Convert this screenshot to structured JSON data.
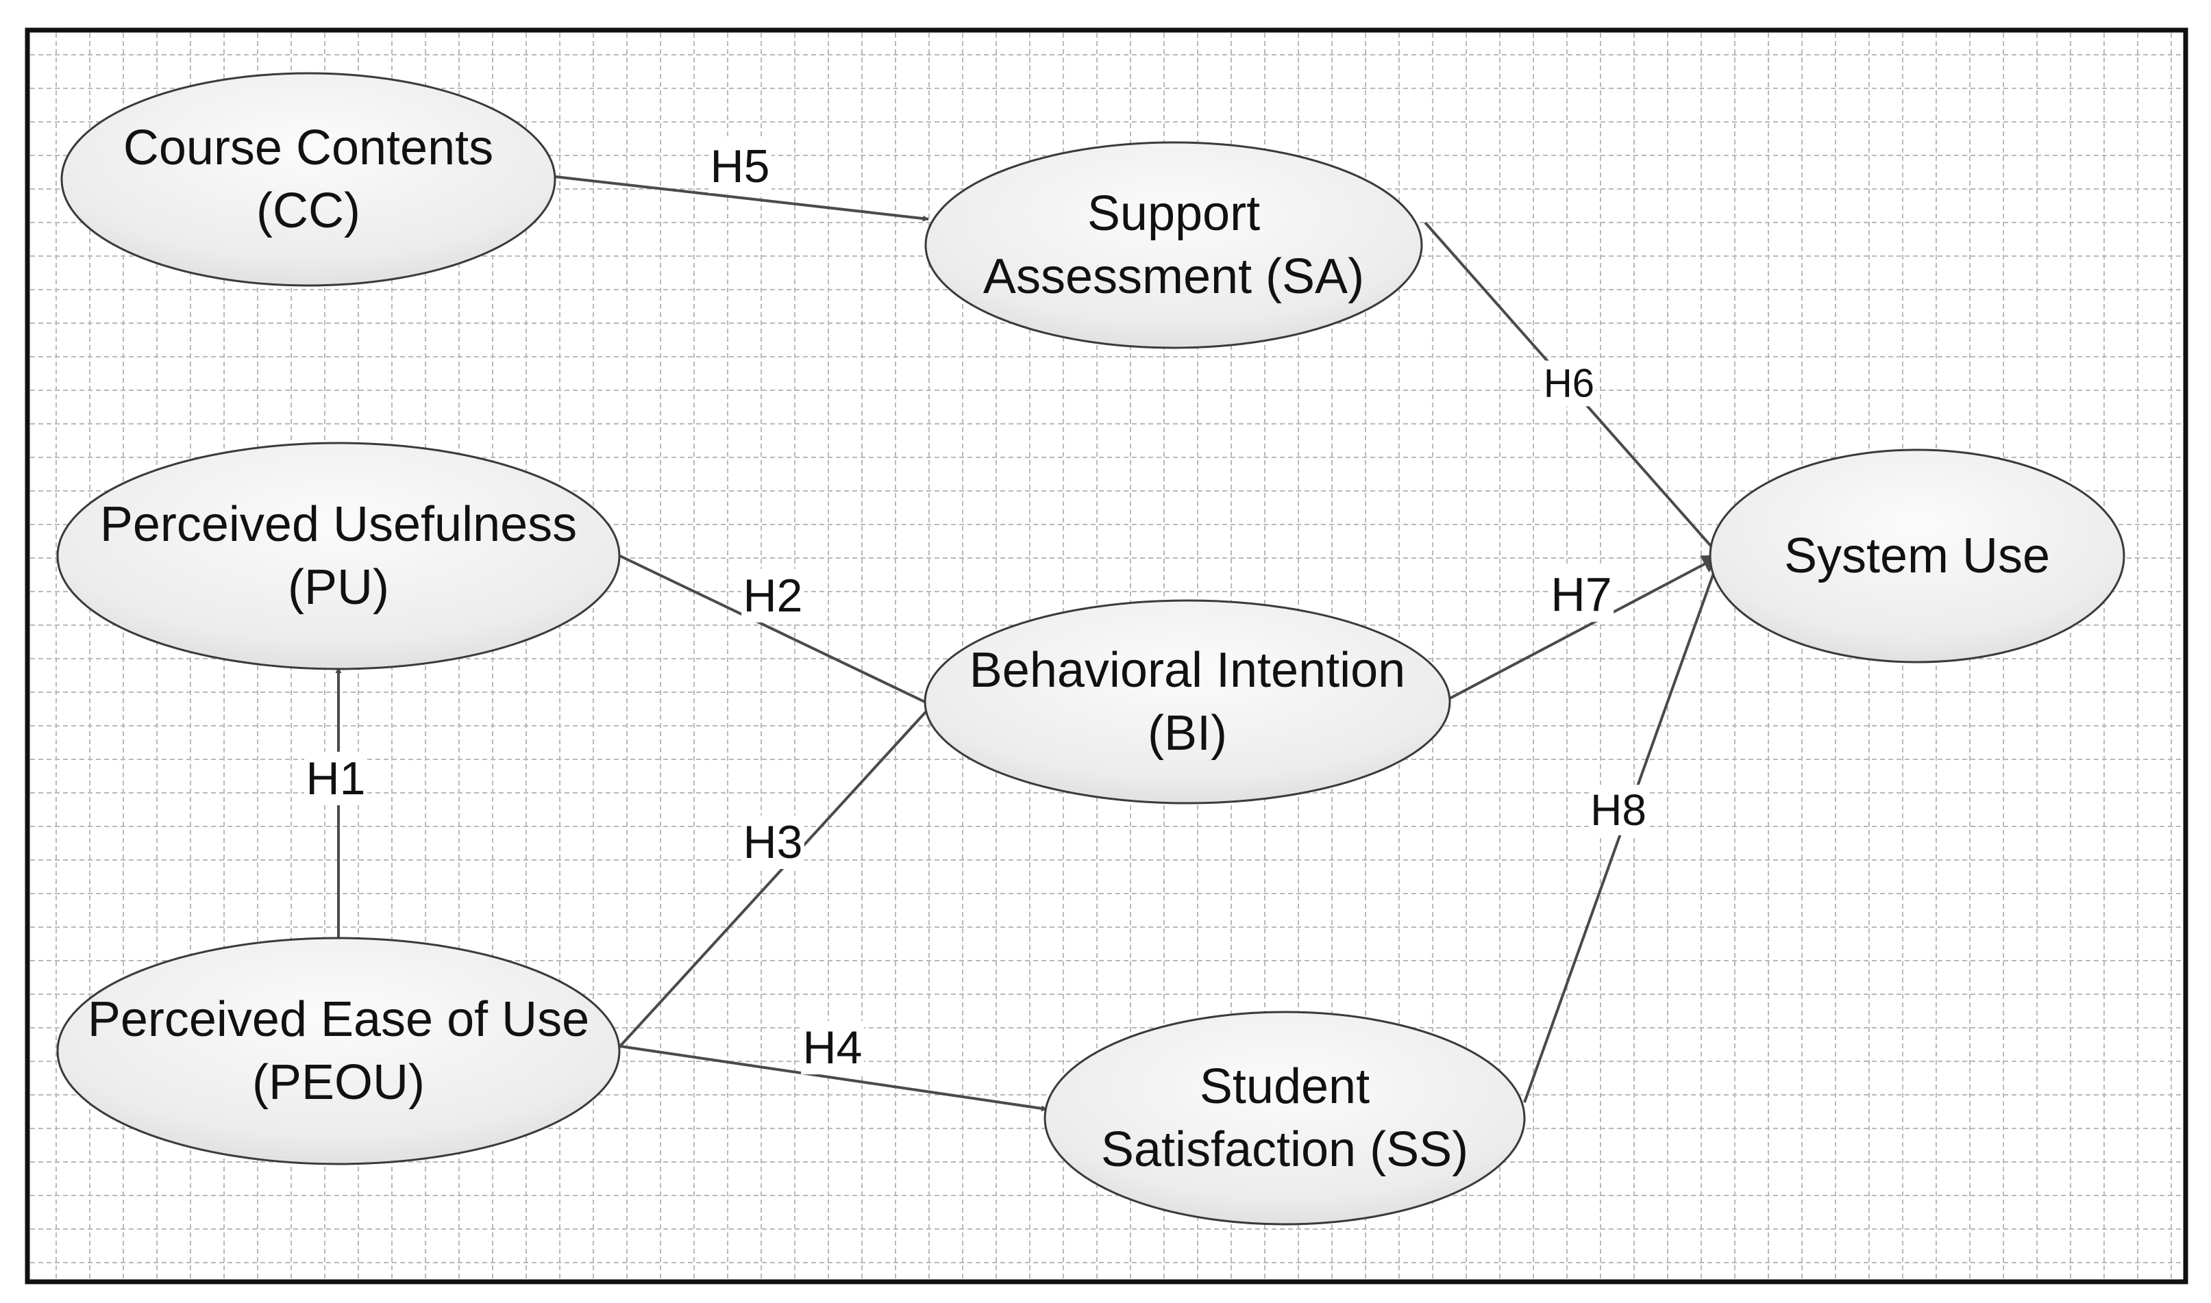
{
  "diagram": {
    "nodes": [
      {
        "id": "CC",
        "lines": [
          "Course Contents",
          "(CC)"
        ]
      },
      {
        "id": "SA",
        "lines": [
          "Support",
          "Assessment (SA)"
        ]
      },
      {
        "id": "PU",
        "lines": [
          "Perceived Usefulness",
          "(PU)"
        ]
      },
      {
        "id": "BI",
        "lines": [
          "Behavioral Intention",
          "(BI)"
        ]
      },
      {
        "id": "SU",
        "lines": [
          "System Use"
        ]
      },
      {
        "id": "PEOU",
        "lines": [
          "Perceived Ease of Use",
          "(PEOU)"
        ]
      },
      {
        "id": "SS",
        "lines": [
          "Student",
          "Satisfaction (SS)"
        ]
      }
    ],
    "edges": [
      {
        "id": "H1",
        "label": "H1",
        "from": "PEOU",
        "to": "PU"
      },
      {
        "id": "H2",
        "label": "H2",
        "from": "PU",
        "to": "BI"
      },
      {
        "id": "H3",
        "label": "H3",
        "from": "PEOU",
        "to": "BI"
      },
      {
        "id": "H4",
        "label": "H4",
        "from": "PEOU",
        "to": "SS"
      },
      {
        "id": "H5",
        "label": "H5",
        "from": "CC",
        "to": "SA"
      },
      {
        "id": "H6",
        "label": "H6",
        "from": "SA",
        "to": "SU"
      },
      {
        "id": "H7",
        "label": "H7",
        "from": "BI",
        "to": "SU"
      },
      {
        "id": "H8",
        "label": "H8",
        "from": "SS",
        "to": "SU"
      }
    ]
  }
}
